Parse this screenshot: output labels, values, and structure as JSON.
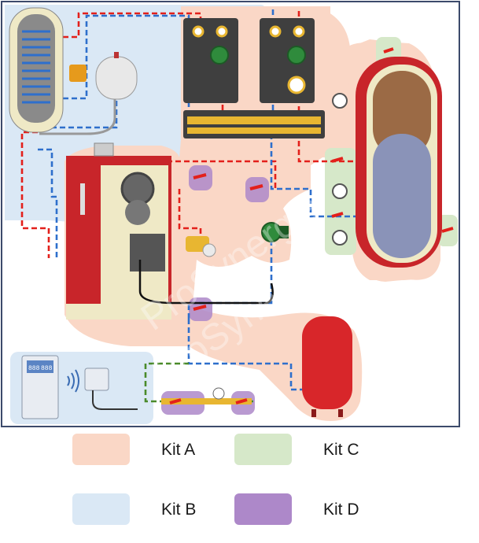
{
  "watermark": "ProSynergie",
  "controller": {
    "display_left": "888",
    "display_right": "888"
  },
  "legend": [
    {
      "key": "kit-a",
      "label": "Kit A",
      "color": "#fad7c6"
    },
    {
      "key": "kit-c",
      "label": "Kit C",
      "color": "#d6e8c9"
    },
    {
      "key": "kit-b",
      "label": "Kit B",
      "color": "#dae8f5"
    },
    {
      "key": "kit-d",
      "label": "Kit D",
      "color": "#ad88c9"
    }
  ],
  "colors": {
    "hot_pipe": "#e3201b",
    "cold_pipe": "#2e6fcc",
    "return_pipe": "#4a8a2a",
    "frame": "#3c4a6b",
    "boiler_red": "#c8252a",
    "boiler_panel": "#efe9c6",
    "valve_yellow": "#e8b631",
    "pump_green": "#2f8b3c"
  }
}
